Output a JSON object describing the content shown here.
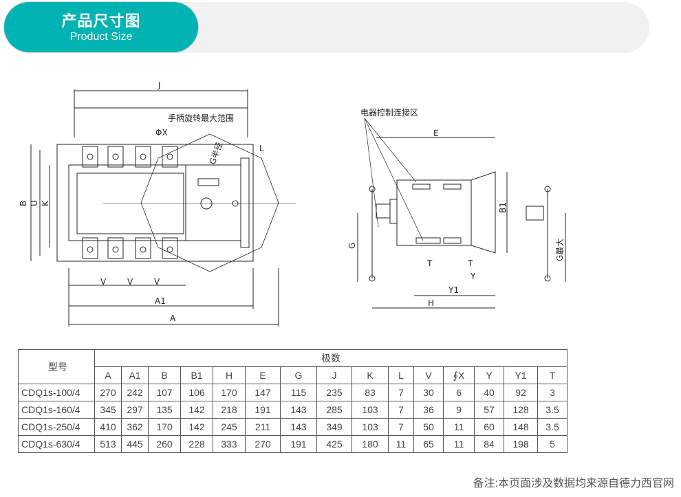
{
  "header": {
    "title_cn": "产品尺寸图",
    "title_en": "Product Size"
  },
  "drawing": {
    "J": "J",
    "handle_range": "手柄旋转最大范围",
    "phiX": "ΦX",
    "L": "L",
    "G_radius": "G半径",
    "B": "B",
    "U": "U",
    "K": "K",
    "V": "V",
    "A1": "A1",
    "A": "A",
    "control_zone": "电器控制连接区",
    "E": "E",
    "B1": "B1",
    "G": "G",
    "T": "T",
    "Y": "Y",
    "Y1": "Y1",
    "H": "H",
    "G_max": "G最大"
  },
  "table": {
    "model_header": "型号",
    "group_header": "极数",
    "columns": [
      "A",
      "A1",
      "B",
      "B1",
      "H",
      "E",
      "G",
      "J",
      "K",
      "L",
      "V",
      "∮X",
      "Y",
      "Y1",
      "T"
    ],
    "rows": [
      {
        "model": "CDQ1s-100/4",
        "values": [
          "270",
          "242",
          "107",
          "106",
          "170",
          "147",
          "115",
          "235",
          "83",
          "7",
          "30",
          "6",
          "40",
          "92",
          "3"
        ]
      },
      {
        "model": "CDQ1s-160/4",
        "values": [
          "345",
          "297",
          "135",
          "142",
          "218",
          "191",
          "143",
          "285",
          "103",
          "7",
          "36",
          "9",
          "57",
          "128",
          "3.5"
        ]
      },
      {
        "model": "CDQ1s-250/4",
        "values": [
          "410",
          "362",
          "170",
          "142",
          "245",
          "211",
          "143",
          "349",
          "103",
          "7",
          "50",
          "11",
          "60",
          "148",
          "3.5"
        ]
      },
      {
        "model": "CDQ1s-630/4",
        "values": [
          "513",
          "445",
          "260",
          "228",
          "333",
          "270",
          "191",
          "425",
          "180",
          "11",
          "65",
          "11",
          "84",
          "198",
          "5"
        ]
      }
    ]
  },
  "footer": "备注:本页面涉及数据均来源自德力西官网"
}
